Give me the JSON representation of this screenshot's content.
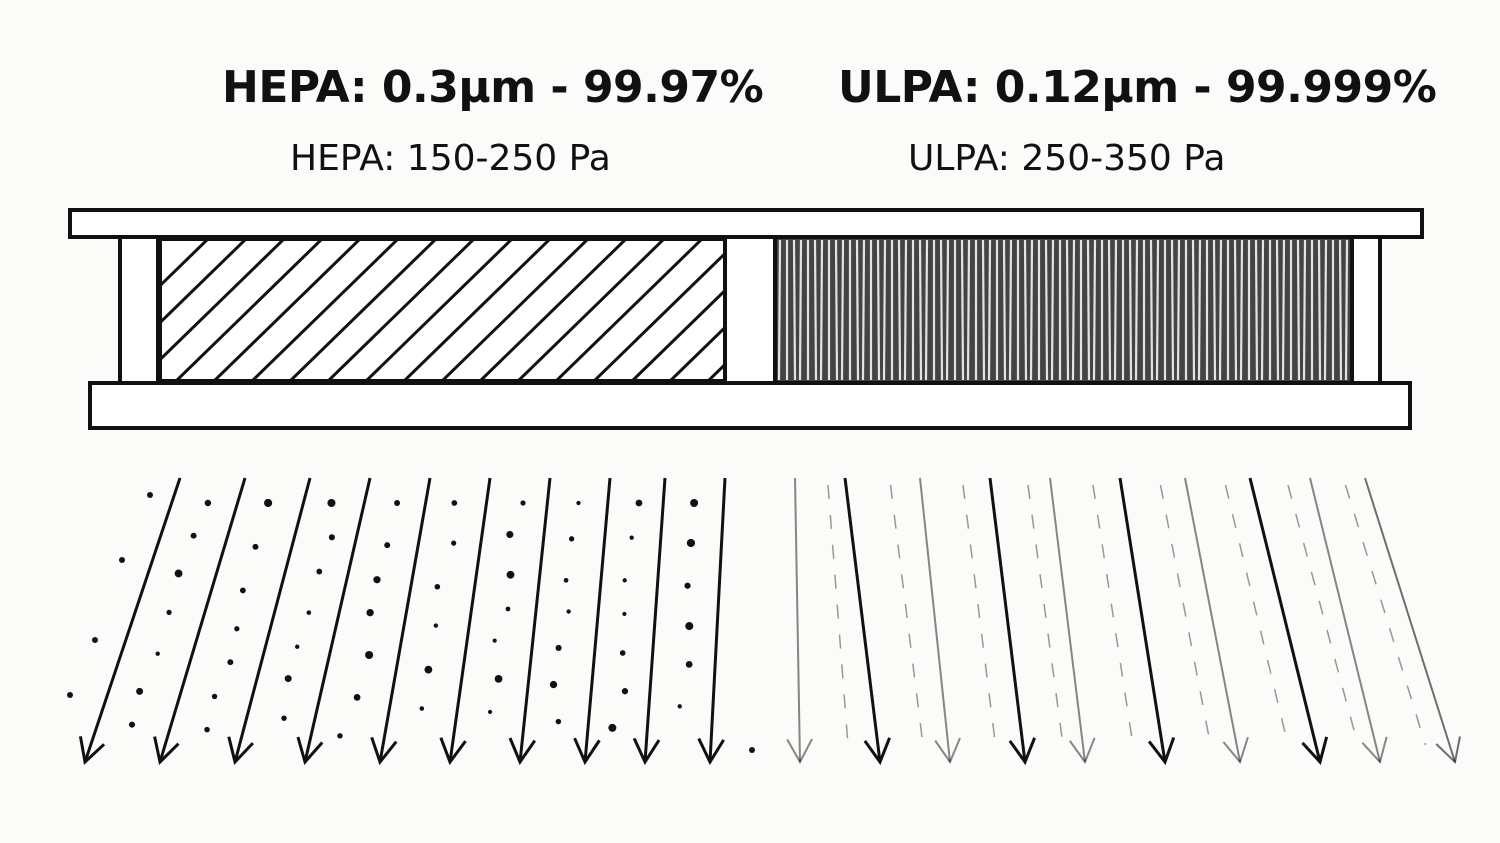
{
  "hepa": {
    "efficiency_label": "HEPA: 0.3µm - 99.97%",
    "pressure_label": "HEPA: 150-250 Pa",
    "media_pattern": "diagonal-hatching",
    "downstream": "dotted-particles"
  },
  "ulpa": {
    "efficiency_label": "ULPA: 0.12µm - 99.999%",
    "pressure_label": "ULPA: 250-350 Pa",
    "media_pattern": "dense-vertical-pleats",
    "downstream": "clean-dashed-flow"
  },
  "colors": {
    "ink": "#111111",
    "paper": "#fbfbf9"
  }
}
